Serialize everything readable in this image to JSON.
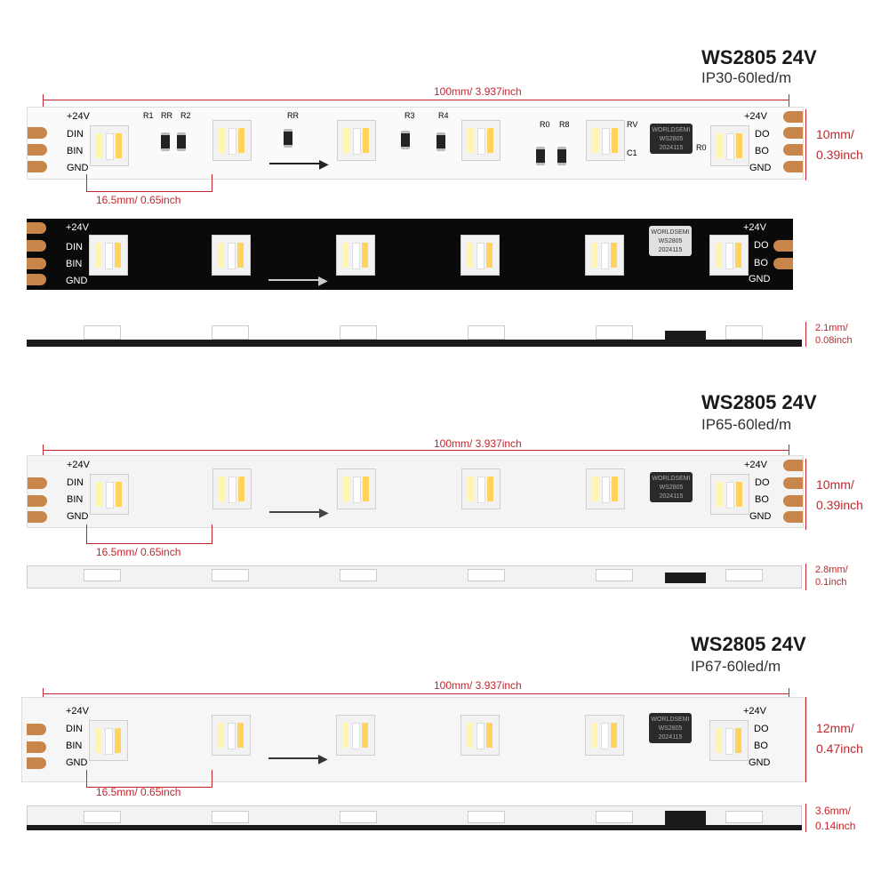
{
  "sections": [
    {
      "title": "WS2805 24V",
      "subtitle": "IP30-60led/m",
      "length_label": "100mm/ 3.937inch",
      "width_label": [
        "10mm/",
        "0.39inch"
      ],
      "pitch_label": "16.5mm/ 0.65inch",
      "thickness_label": [
        "2.1mm/",
        "0.08inch"
      ]
    },
    {
      "title": "WS2805 24V",
      "subtitle": "IP65-60led/m",
      "length_label": "100mm/ 3.937inch",
      "width_label": [
        "10mm/",
        "0.39inch"
      ],
      "pitch_label": "16.5mm/ 0.65inch",
      "thickness_label": [
        "2.8mm/",
        "0.1inch"
      ]
    },
    {
      "title": "WS2805 24V",
      "subtitle": "IP67-60led/m",
      "length_label": "100mm/ 3.937inch",
      "width_label": [
        "12mm/",
        "0.47inch"
      ],
      "pitch_label": "16.5mm/ 0.65inch",
      "thickness_label": [
        "3.6mm/",
        "0.14inch"
      ]
    }
  ],
  "pcb": {
    "left_pads": [
      "+24V",
      "DIN",
      "BIN",
      "GND"
    ],
    "right_pads": [
      "+24V",
      "DO",
      "BO",
      "GND"
    ],
    "components": [
      "R1",
      "RR",
      "R2",
      "RR",
      "R3",
      "R4",
      "R0",
      "R8",
      "RV",
      "C1",
      "R0"
    ],
    "chip_text": [
      "WORLDSEMI",
      "WS2805",
      "2024115"
    ]
  },
  "colors": {
    "dimension": "#c0272d",
    "pcb_white": "#ffffff",
    "pcb_black": "#0a0a0a",
    "copper": "#c8864a"
  }
}
